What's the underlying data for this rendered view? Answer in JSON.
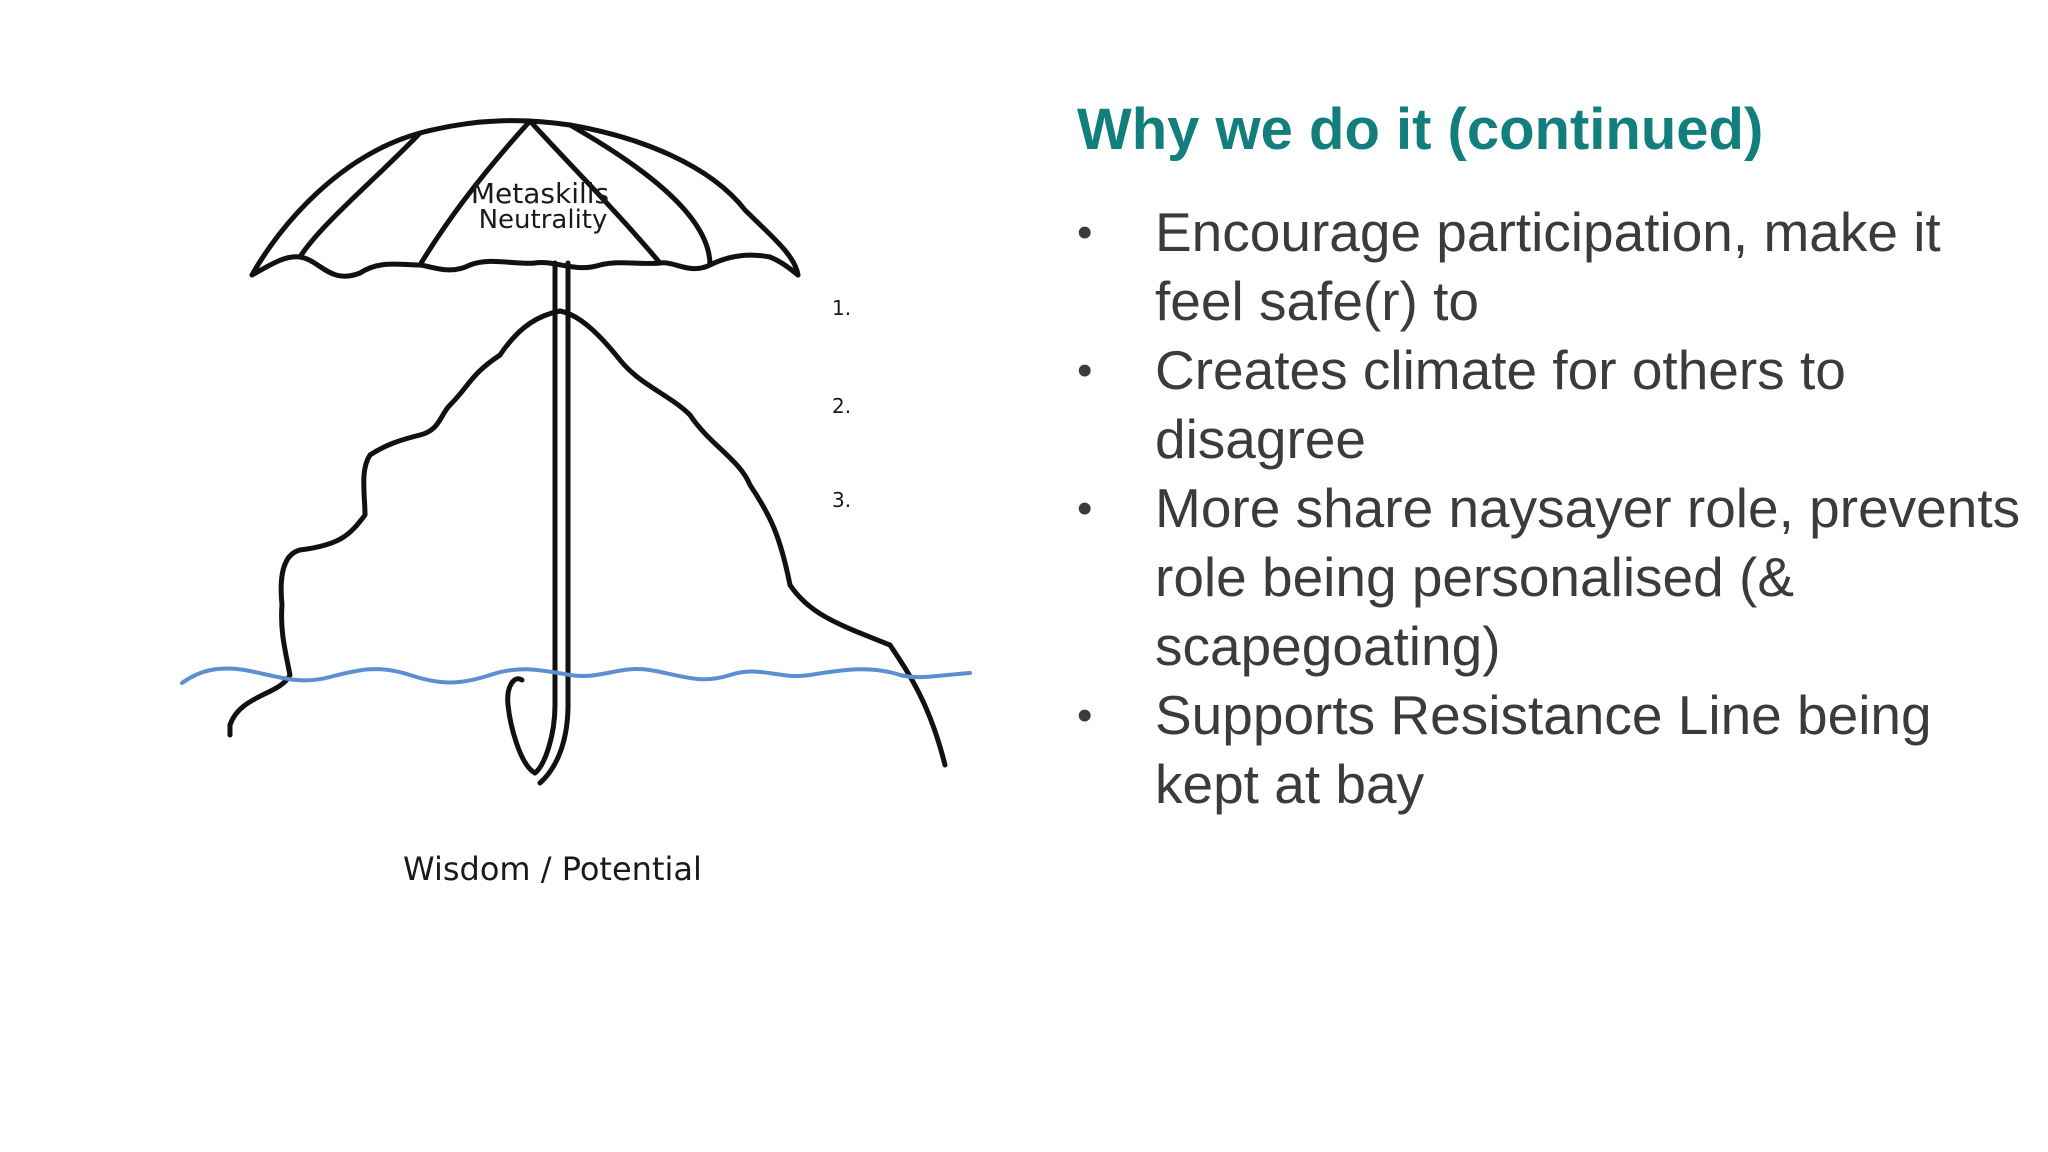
{
  "slide": {
    "title": "Why we do it (continued)",
    "bullet_symbol": "•",
    "bullets": [
      "Encourage participation, make it feel safe(r) to",
      "Creates climate for others to disagree",
      "More share naysayer role, prevents role being personalised (& scapegoating)",
      "Supports Resistance Line being kept at bay"
    ]
  },
  "illustration": {
    "umbrella_label_line1": "Metaskills",
    "umbrella_label_line2": "Neutrality",
    "level_1": "1.",
    "level_2": "2.",
    "level_3": "3.",
    "caption": "Wisdom / Potential",
    "colors": {
      "ink": "#111111",
      "water": "#5b8fd0"
    }
  },
  "colors": {
    "title": "#127f7c",
    "body_text": "#3b3b3b",
    "background": "#ffffff"
  }
}
